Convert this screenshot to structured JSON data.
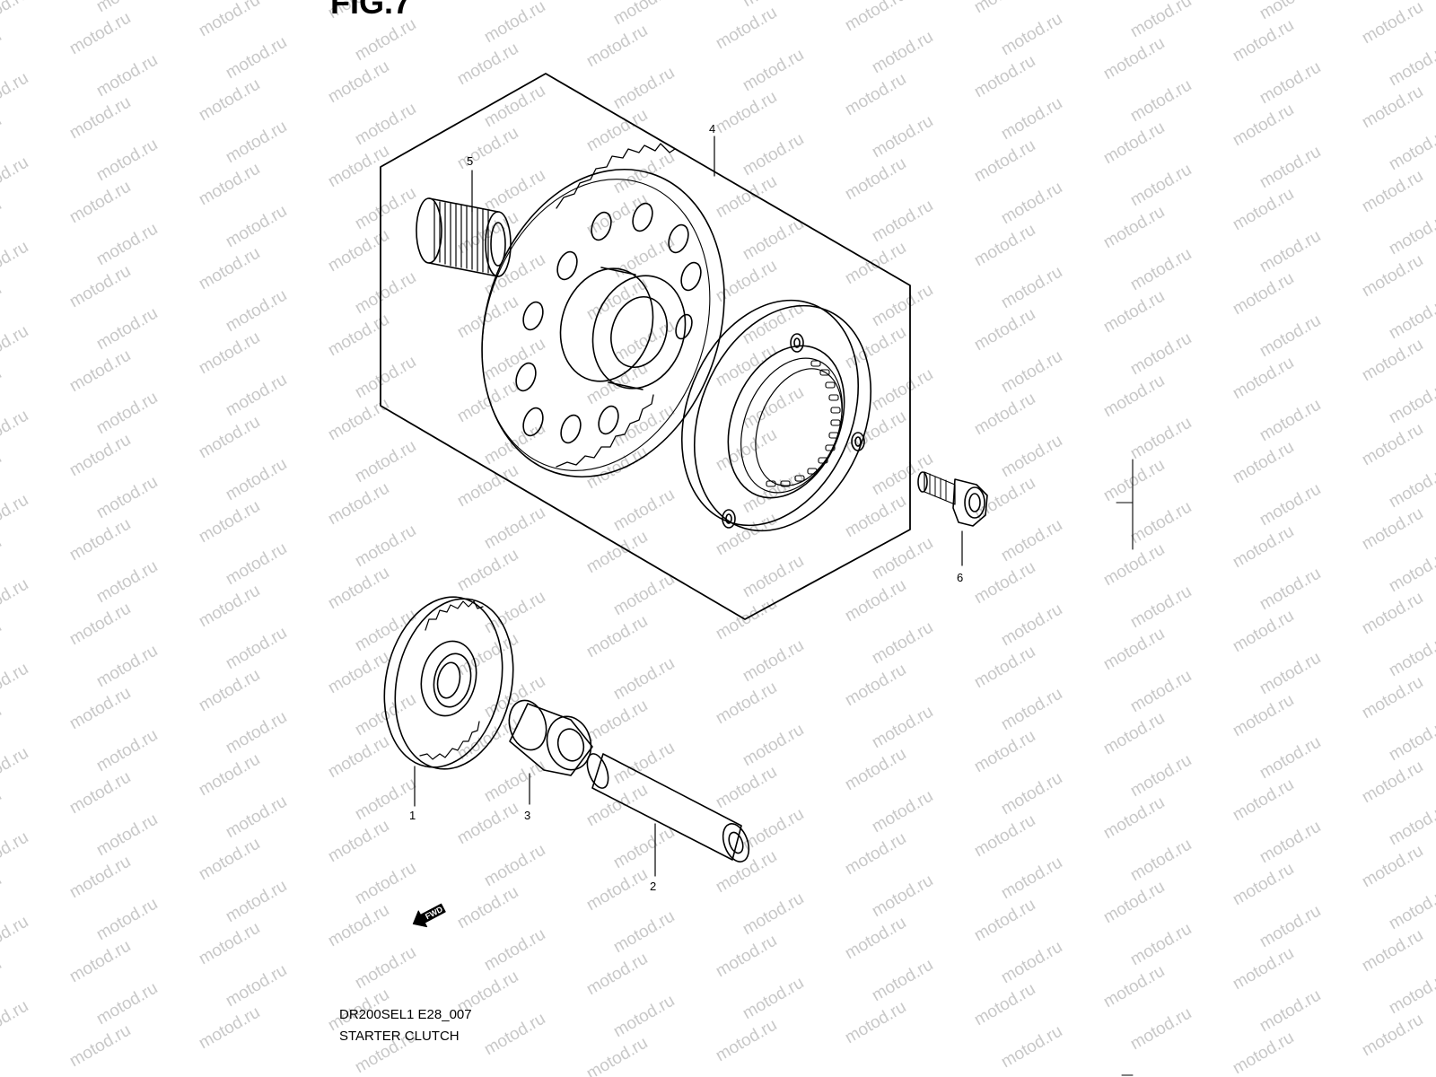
{
  "figure": {
    "title": "FIG.7",
    "model_code": "DR200SEL1 E28_007",
    "name": "STARTER CLUTCH"
  },
  "watermark": "motod.ru",
  "direction_marker": "FWD",
  "callouts": [
    {
      "id": "1",
      "label": "1"
    },
    {
      "id": "2",
      "label": "2"
    },
    {
      "id": "3",
      "label": "3"
    },
    {
      "id": "4",
      "label": "4"
    },
    {
      "id": "5",
      "label": "5"
    },
    {
      "id": "6",
      "label": "6"
    }
  ],
  "colors": {
    "line": "#000000",
    "background": "#ffffff",
    "watermark": "#c8c8c8"
  }
}
